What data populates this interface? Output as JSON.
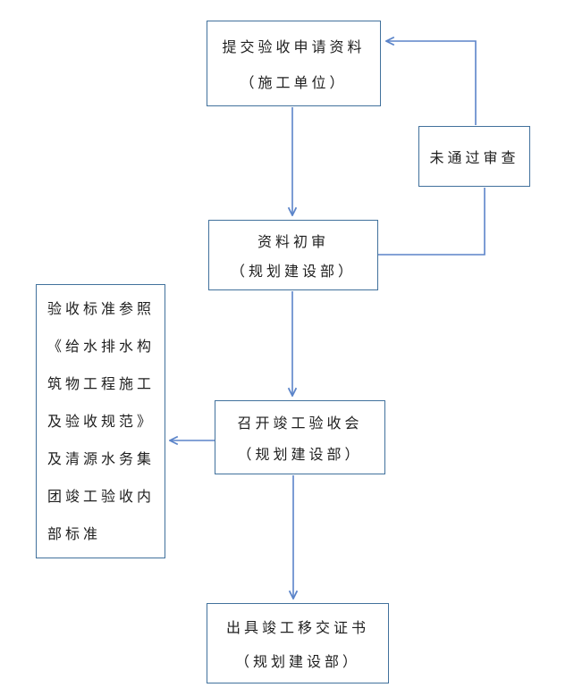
{
  "diagram": {
    "type": "flowchart",
    "language": "zh-CN",
    "boxes": {
      "submit_application": {
        "lines": [
          "提交验收申请资料",
          "（施工单位）"
        ]
      },
      "not_passed_review": {
        "lines": [
          "未通过审查"
        ]
      },
      "initial_review": {
        "lines": [
          "资料初审",
          "（规划建设部）"
        ]
      },
      "acceptance_standards": {
        "lines": [
          "验收标准参照",
          "《给水排水构",
          "筑物工程施工",
          "及验收规范》",
          "及清源水务集",
          "团竣工验收内",
          "部标准"
        ]
      },
      "acceptance_meeting": {
        "lines": [
          "召开竣工验收会",
          "（规划建设部）"
        ]
      },
      "issue_certificate": {
        "lines": [
          "出具竣工移交证书",
          "（规划建设部）"
        ]
      }
    },
    "edges": [
      {
        "from": "submit_application",
        "to": "initial_review",
        "arrowhead": true
      },
      {
        "from": "initial_review",
        "to": "not_passed_review",
        "arrowhead": false
      },
      {
        "from": "not_passed_review",
        "to": "submit_application",
        "arrowhead": true
      },
      {
        "from": "initial_review",
        "to": "acceptance_meeting",
        "arrowhead": true
      },
      {
        "from": "acceptance_meeting",
        "to": "acceptance_standards",
        "arrowhead": true
      },
      {
        "from": "acceptance_meeting",
        "to": "issue_certificate",
        "arrowhead": true
      }
    ]
  },
  "colors": {
    "box_border": "#41719C",
    "connector": "#5B84C9",
    "text": "#1f1f1f",
    "background": "#ffffff"
  }
}
